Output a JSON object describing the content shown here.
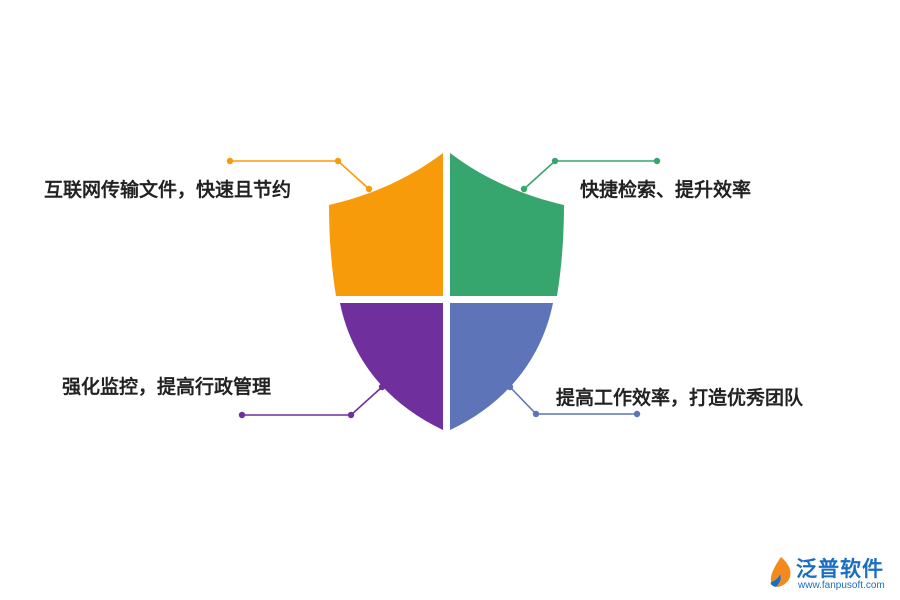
{
  "colors": {
    "top_left": "#f89b0b",
    "top_right": "#37a56e",
    "bottom_left": "#6f2f9d",
    "bottom_right": "#5e74b8",
    "text": "#222222",
    "brand": "#1a6fc0"
  },
  "quadrants": {
    "top_left": {
      "label": "互联网传输文件，快速且节约"
    },
    "top_right": {
      "label": "快捷检索、提升效率"
    },
    "bottom_left": {
      "label": "强化监控，提高行政管理"
    },
    "bottom_right": {
      "label": "提高工作效率，打造优秀团队"
    }
  },
  "brand": {
    "name": "泛普软件",
    "url": "www.fanpusoft.com",
    "logo_icon": "fanpu-logo-icon"
  }
}
